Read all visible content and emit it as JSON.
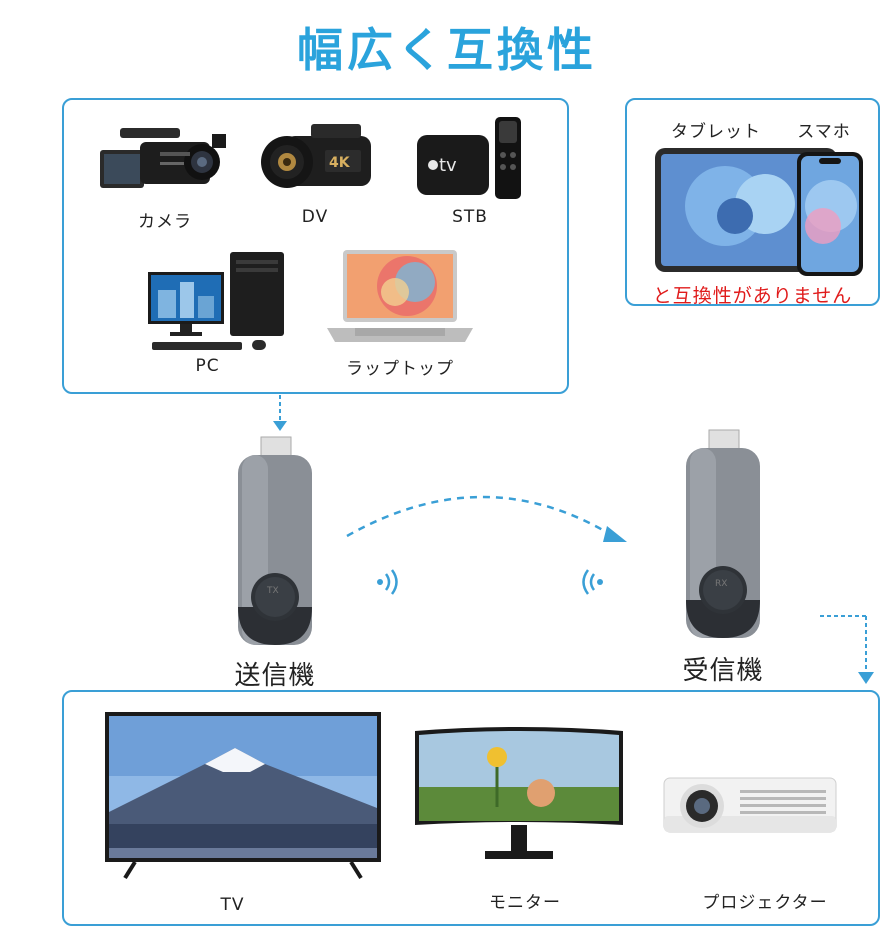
{
  "title": "幅広く互換性",
  "sources": {
    "camera": "カメラ",
    "dv": "DV",
    "stb": "STB",
    "pc": "PC",
    "laptop": "ラップトップ"
  },
  "incompatible": {
    "tablet": "タブレット",
    "phone": "スマホ",
    "note": "と互換性がありません"
  },
  "dongles": {
    "transmitter": "送信機",
    "receiver": "受信機",
    "tx_text": "TX",
    "rx_text": "RX"
  },
  "devices": {
    "tv": "TV",
    "monitor": "モニター",
    "projector": "プロジェクター"
  },
  "stb_logo": "tv",
  "dv_badge": "4K",
  "colors": {
    "accent": "#2aa3dc",
    "border": "#3a9fd6",
    "warning": "#e01b1b"
  }
}
